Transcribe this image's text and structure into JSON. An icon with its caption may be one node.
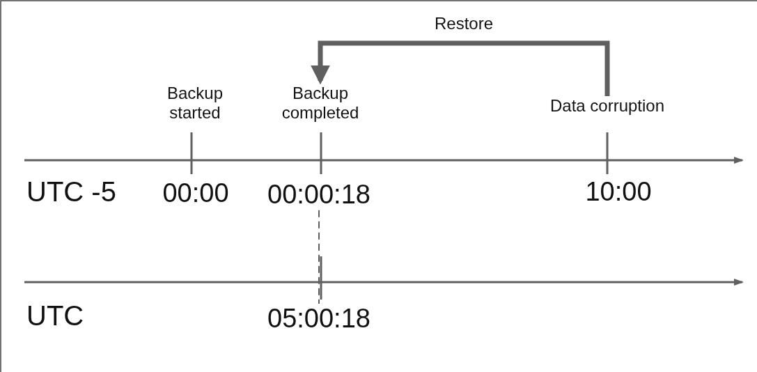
{
  "diagram": {
    "nodes": [
      {
        "text": [
          "Backup completed"
        ]
      },
      {
        "text": [
          "Data corruption"
        ]
      },
      {
        "text": [
          "00:00:18"
        ]
      },
      {
        "text": [
          "05:00:18"
        ]
      }
    ],
    "edges": [
      {
        "from": 1,
        "to": 0,
        "label": "Restore",
        "arrow": "to",
        "style": "thick"
      },
      {
        "from": 2,
        "to": 3,
        "arrow": "none",
        "style": "dashed"
      }
    ],
    "labels": [
      "Backup started",
      "UTC -5",
      "00:00",
      "10:00",
      "UTC"
    ]
  }
}
